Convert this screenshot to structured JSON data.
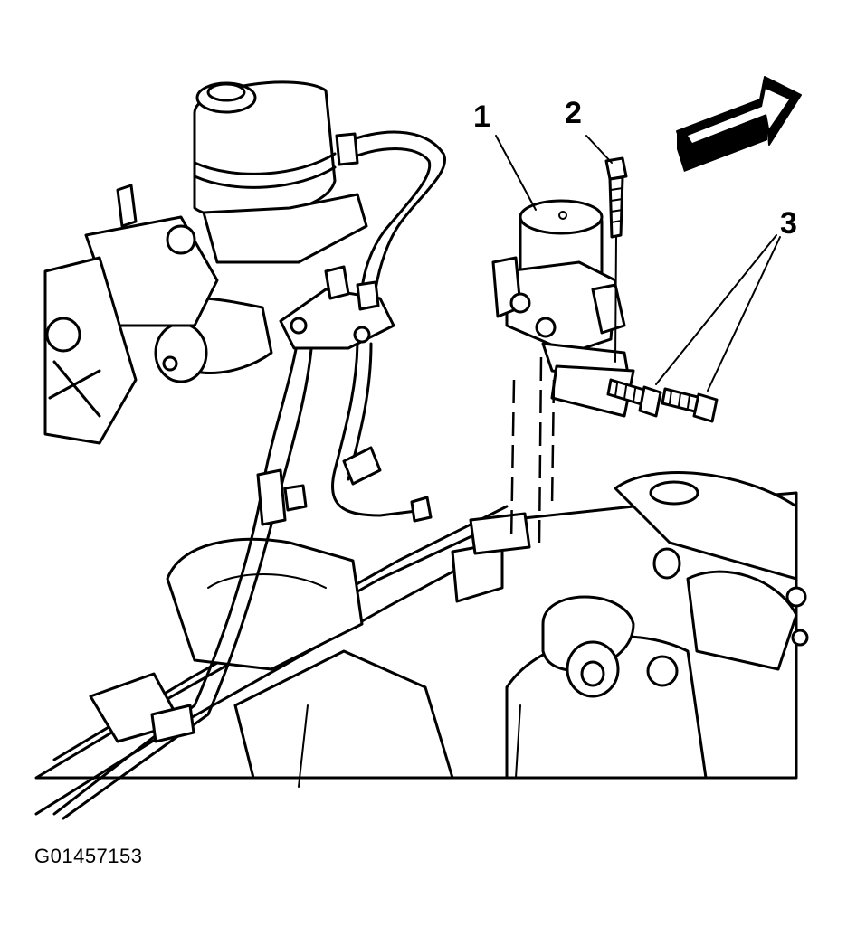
{
  "figure": {
    "id_label": "G01457153",
    "callouts": [
      {
        "key": "callout-1",
        "text": "1"
      },
      {
        "key": "callout-2",
        "text": "2"
      },
      {
        "key": "callout-3",
        "text": "3"
      }
    ],
    "colors": {
      "ink": "#000000",
      "paper": "#ffffff"
    }
  }
}
